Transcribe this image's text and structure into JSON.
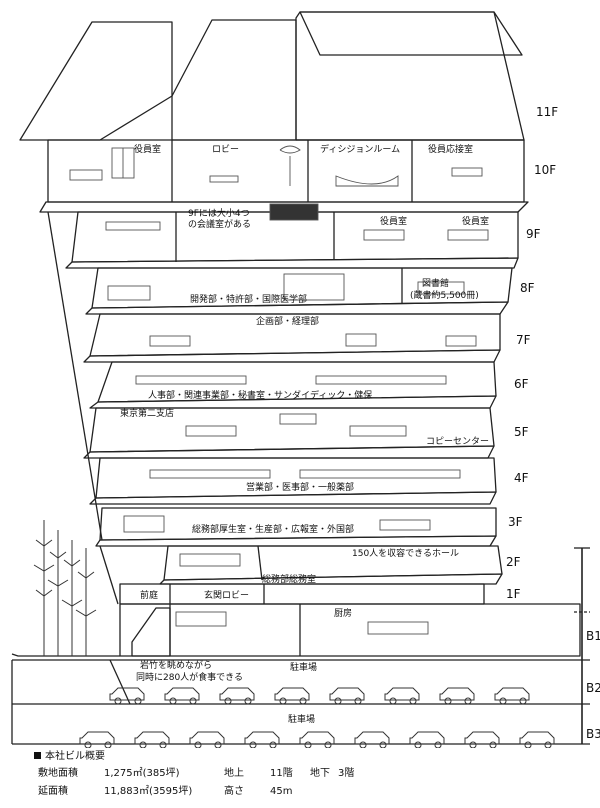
{
  "floors": [
    {
      "label": "11F"
    },
    {
      "label": "10F"
    },
    {
      "label": "9F"
    },
    {
      "label": "8F"
    },
    {
      "label": "7F"
    },
    {
      "label": "6F"
    },
    {
      "label": "5F"
    },
    {
      "label": "4F"
    },
    {
      "label": "3F"
    },
    {
      "label": "2F"
    },
    {
      "label": "1F"
    },
    {
      "label": "B1"
    },
    {
      "label": "B2"
    },
    {
      "label": "B3"
    }
  ],
  "rooms": {
    "f10_officer": "役員室",
    "f10_lobby": "ロビー",
    "f10_decision": "ディシジョンルーム",
    "f10_reception": "役員応接室",
    "f9_note_1": "9Fには大小4つ",
    "f9_note_2": "の会議室がある",
    "f9_officer_1": "役員室",
    "f9_officer_2": "役員室",
    "f8_depts": "開発部・特許部・国際医学部",
    "f8_library_1": "図書館",
    "f8_library_2": "(蔵書約5,500冊)",
    "f7_depts": "企画部・経理部",
    "f6_depts": "人事部・関連事業部・秘書室・サンダイディック・健保",
    "f5_branch": "東京第二支店",
    "f5_copy": "コピーセンター",
    "f4_depts": "営業部・医事部・一般薬部",
    "f3_depts": "総務部厚生室・生産部・広報室・外国部",
    "f2_hall": "150人を収容できるホール",
    "f2_admin": "総務部総務室",
    "f1_garden": "前庭",
    "f1_lobby": "玄関ロビー",
    "f1_kitchen": "厨房",
    "b1_dining_1": "岩竹を眺めながら",
    "b1_dining_2": "同時に280人が食事できる",
    "b1_parking": "駐車場",
    "b2_parking": "駐車場"
  },
  "summary": {
    "heading": "本社ビル概要",
    "site_area_label": "敷地面積",
    "site_area_value": "1,275㎡(385坪)",
    "floor_area_label": "延面積",
    "floor_area_value": "11,883㎡(3595坪)",
    "floors_label": "地上",
    "floors_value": "11階",
    "basement_label": "地下",
    "basement_value": "3階",
    "height_label": "高さ",
    "height_value": "45m"
  }
}
